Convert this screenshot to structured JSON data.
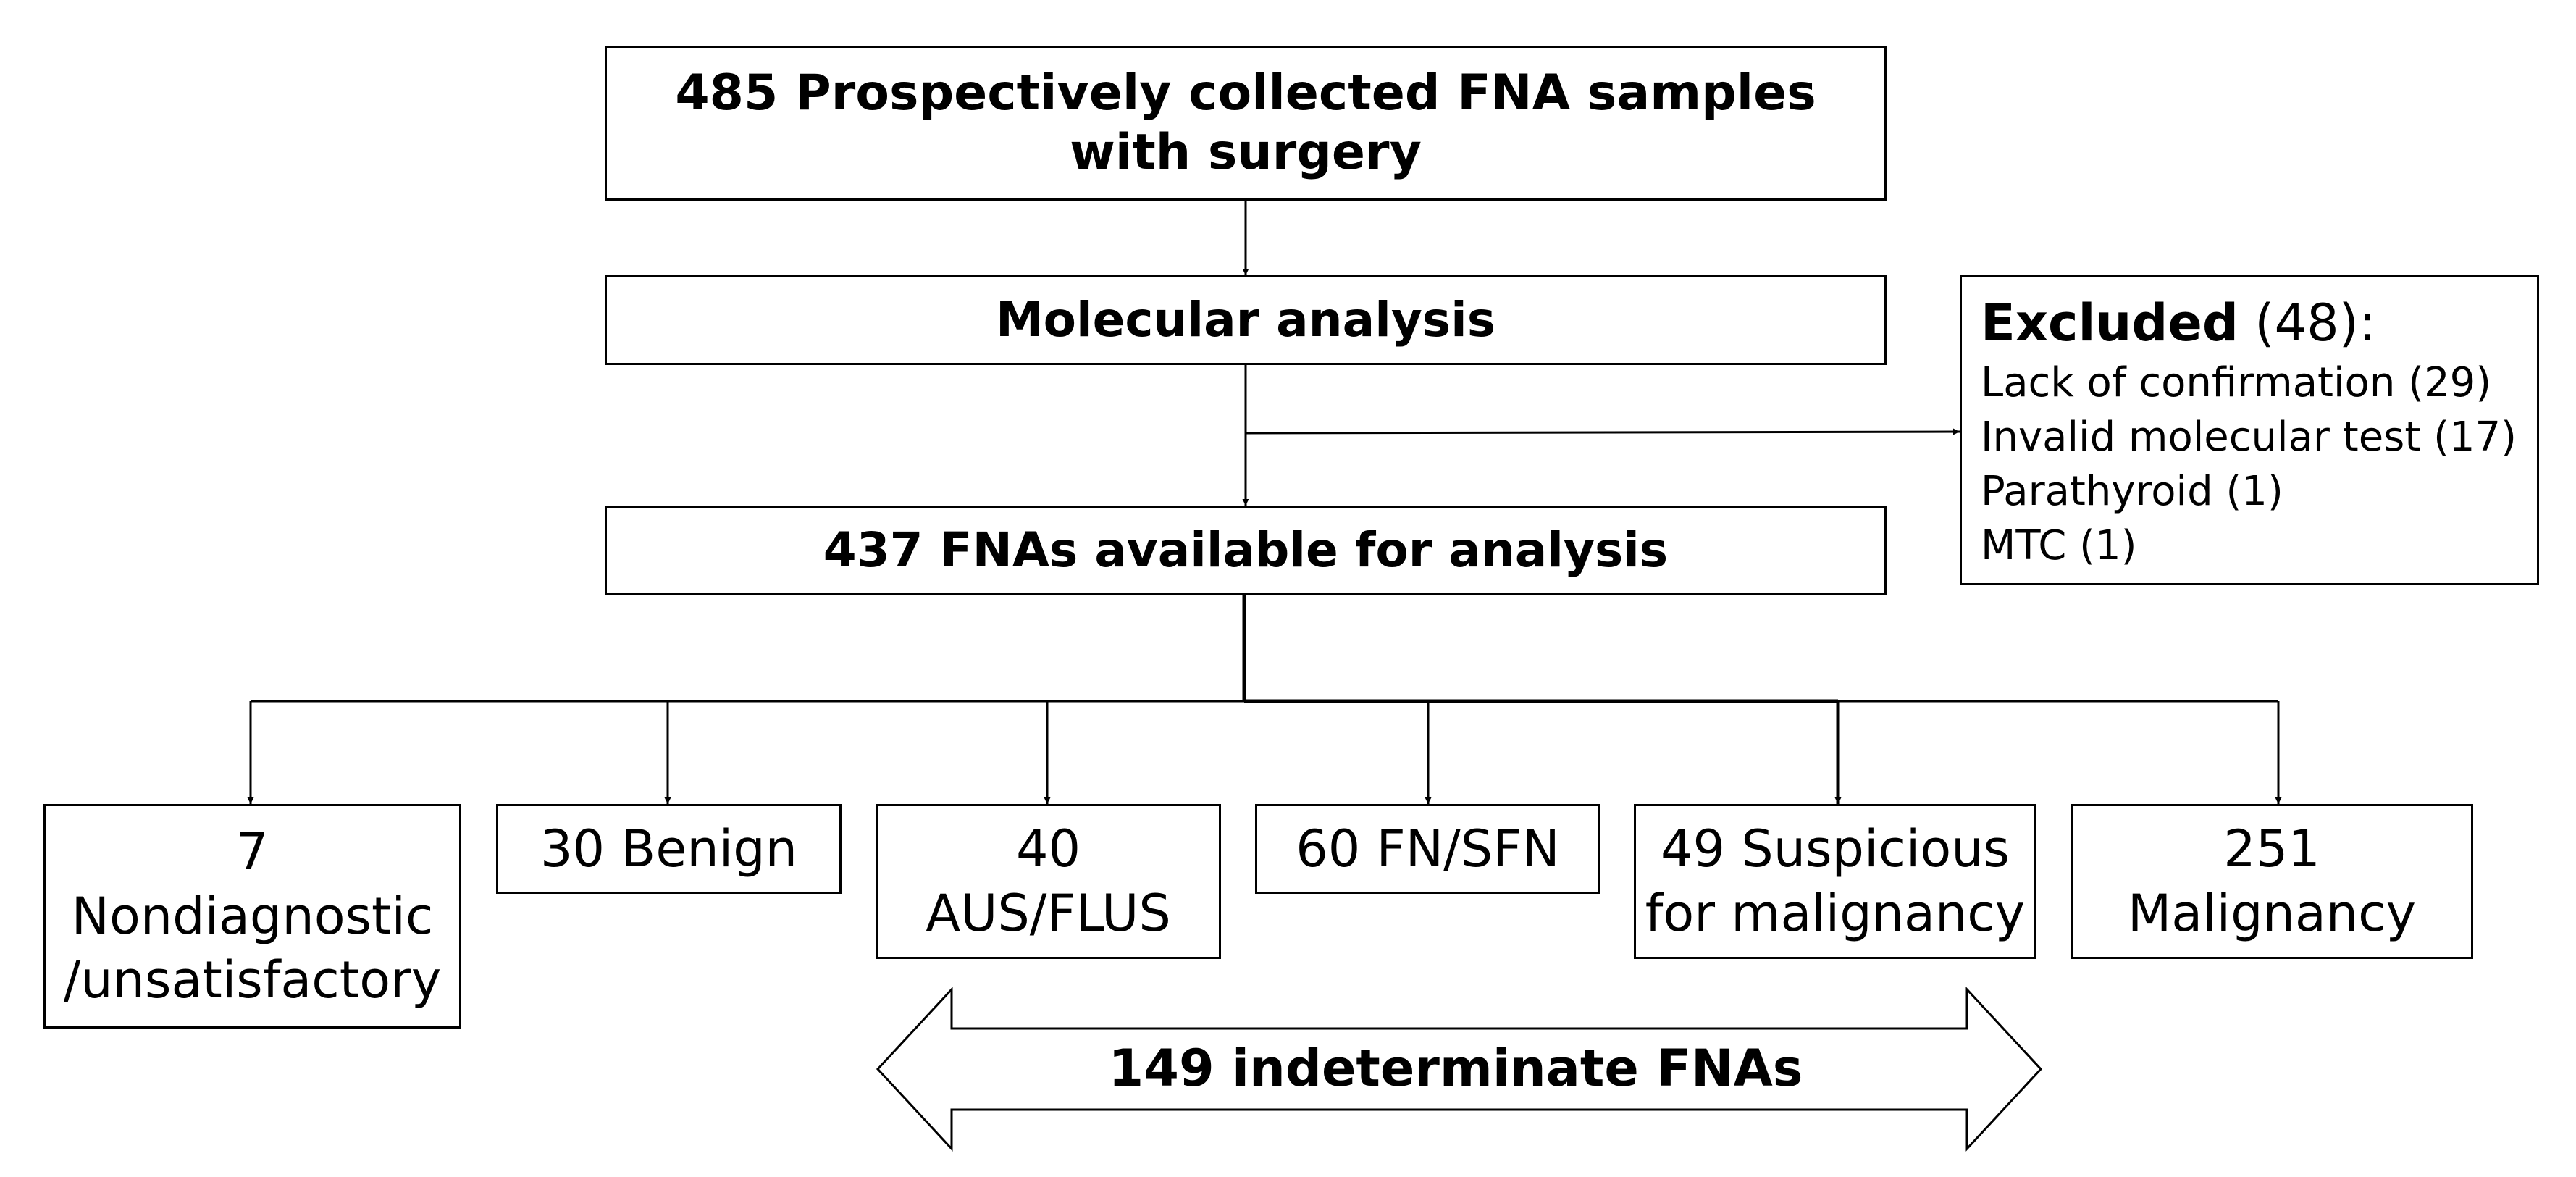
{
  "flowchart": {
    "top_box": {
      "line1": "485 Prospectively collected FNA samples",
      "line2": "with surgery"
    },
    "molecular_box": "Molecular analysis",
    "available_box": "437 FNAs available for analysis",
    "excluded": {
      "title": "Excluded",
      "count": "(48):",
      "items": [
        "Lack of confirmation (29)",
        "Invalid molecular test (17)",
        "Parathyroid (1)",
        "MTC (1)"
      ]
    },
    "categories": [
      {
        "line1": "7",
        "line2": "Nondiagnostic",
        "line3": "/unsatisfactory"
      },
      {
        "line1": "30 Benign"
      },
      {
        "line1": "40",
        "line2": "AUS/FLUS"
      },
      {
        "line1": "60 FN/SFN"
      },
      {
        "line1": "49 Suspicious",
        "line2": "for malignancy"
      },
      {
        "line1": "251",
        "line2": "Malignancy"
      }
    ],
    "indeterminate_label": "149 indeterminate FNAs"
  }
}
